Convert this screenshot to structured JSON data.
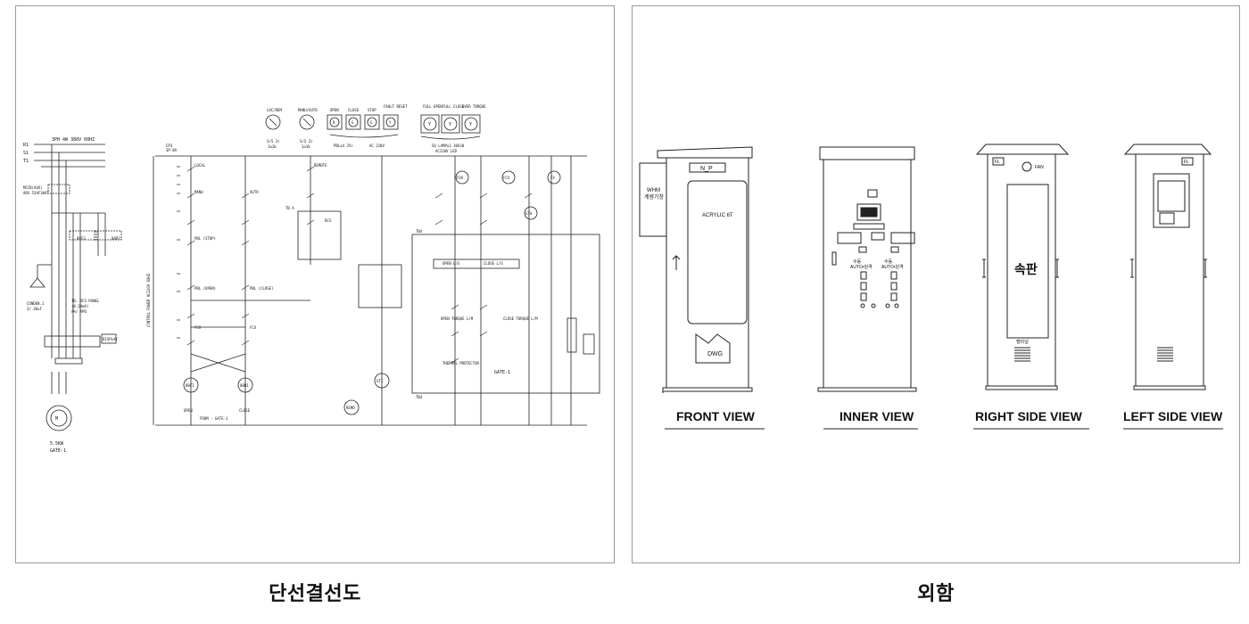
{
  "captions": {
    "left": "단선결선도",
    "right": "외함"
  },
  "schematic": {
    "supply": [
      "R1",
      "S1",
      "T1"
    ],
    "supply_spec": "3PH 4W 380V 60HZ",
    "mccb": [
      "MCCB(AUX)",
      "ABS 53AF30AT"
    ],
    "contactors": [
      "88F3",
      "88R3"
    ],
    "condenser": [
      "CONDEN.1",
      "3/.30uF"
    ],
    "rcs_panel": [
      "TO. RCS PANEL",
      "(4-20mA)",
      "A%/ APD"
    ],
    "display": "DISPLAY",
    "motor_spec": [
      "5.5KW",
      "GATE-1"
    ],
    "cps": [
      "CP3",
      "3P-8A"
    ],
    "control_power": "CONTROL POWER  AC220V 60HZ",
    "switches": [
      {
        "top": "LOC/REM",
        "bottom": [
          "S/S 2▽",
          "1a1b"
        ]
      },
      {
        "top": "MANU/AUTO",
        "bottom": [
          "S/S 2▽",
          "1a1b"
        ]
      }
    ],
    "pushbuttons": [
      {
        "label": "OPEN",
        "glyph": "R"
      },
      {
        "label": "CLOSE",
        "glyph": "G"
      },
      {
        "label": "STOP",
        "glyph": "G"
      },
      {
        "label": "FAULT RESET",
        "glyph": "Y"
      }
    ],
    "pb_caption": [
      "PBLx4 25▽",
      "AC 220V"
    ],
    "lamps": [
      {
        "label": "FULL OPEN",
        "glyph": "Y"
      },
      {
        "label": "FULL CLOSE",
        "glyph": "Y"
      },
      {
        "label": "OVER TORQUE",
        "glyph": "Y"
      }
    ],
    "lamp_caption": [
      "SQ LAMPx3 30X30",
      "AC220V LED"
    ],
    "contacts": [
      "LOCAL",
      "REMOTE",
      "MANU",
      "AUTO",
      "PBL (STOP)",
      "PBL (OPEN)",
      "PBL (CLOSE)",
      "FCX",
      "FCX",
      "OPEN",
      "CLOSE",
      "FROM : GATE-1",
      "TB A",
      "RCS",
      "OPEN L/S",
      "CLOSE L/S",
      "OPEN TORQUE L/M",
      "CLOSE TORQUE L/M",
      "THERMAL PROTECTOR",
      "GATE-1",
      "TB4",
      "TB4"
    ],
    "coils": [
      "88F1",
      "88R1",
      "REMO",
      "GT1",
      "FOX",
      "FCX",
      "FX",
      "GTA"
    ]
  },
  "enclosure": {
    "front": {
      "np": "N_P",
      "window": "ACRYLIC 6T",
      "side_box": [
        "WHM",
        "계량기창"
      ],
      "dwg": "DWG"
    },
    "inner": {},
    "right": {
      "fan": "FAN",
      "plate": "속판",
      "fl": "FL",
      "vent": "캠터널"
    },
    "left": {
      "fl": "FL"
    },
    "views": [
      "FRONT VIEW",
      "INNER VIEW",
      "RIGHT SIDE VIEW",
      "LEFT SIDE VIEW"
    ]
  }
}
